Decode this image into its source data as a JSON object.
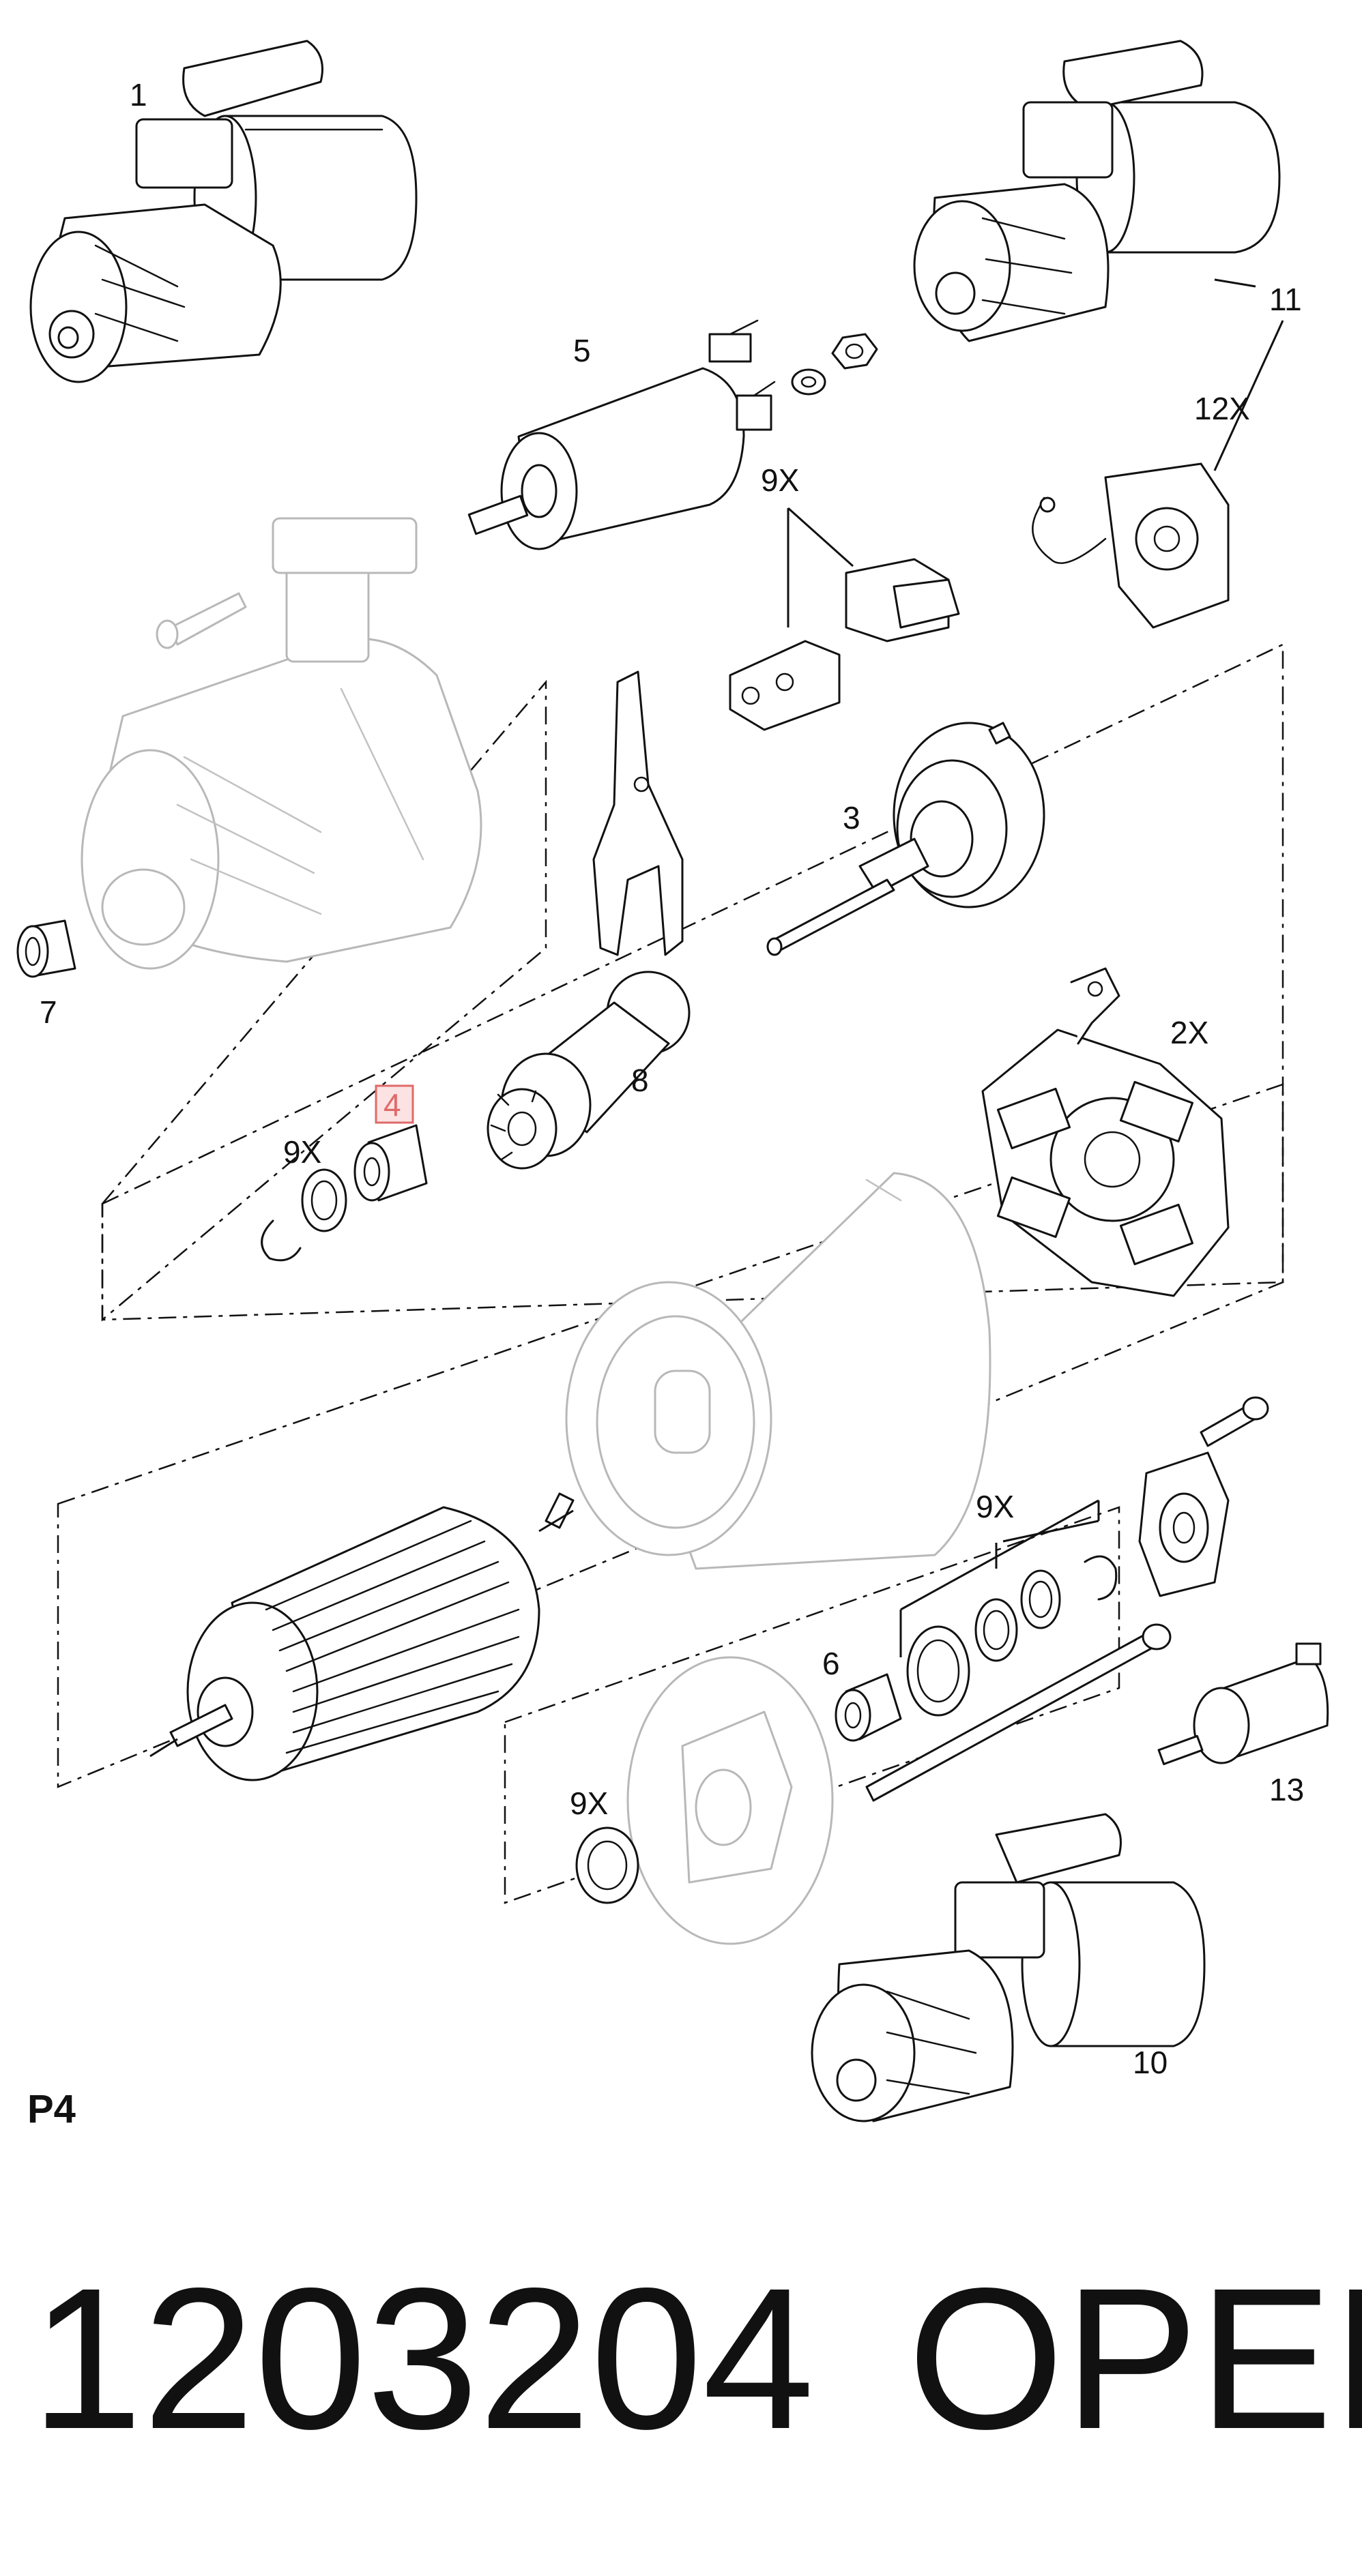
{
  "diagram": {
    "callouts": {
      "c1": "1",
      "c2x": "2X",
      "c3": "3",
      "c4": "4",
      "c5": "5",
      "c6": "6",
      "c7": "7",
      "c8": "8",
      "c9x_a": "9X",
      "c9x_b": "9X",
      "c9x_c": "9X",
      "c9x_d": "9X",
      "c10": "10",
      "c11": "11",
      "c12x": "12X",
      "c13": "13"
    },
    "highlighted_callout": "4",
    "page_code": "P4"
  },
  "footer": {
    "part_number": "1203204",
    "brand": "OPEL"
  },
  "colors": {
    "line": "#111111",
    "faded_line": "#b8b8b8",
    "highlight": "#e06a6a",
    "highlight_fill": "#fbe3e3"
  }
}
